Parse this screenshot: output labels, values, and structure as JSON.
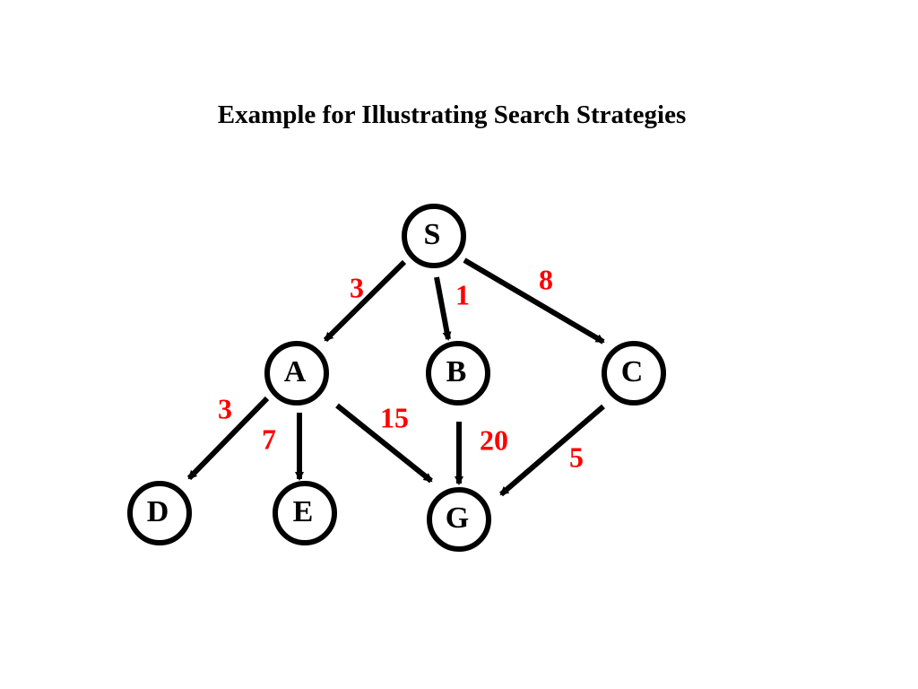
{
  "title": "Example for Illustrating Search Strategies",
  "colors": {
    "node_stroke": "#000000",
    "node_fill": "#ffffff",
    "edge": "#000000",
    "weight": "#ff0000",
    "text": "#000000"
  },
  "nodes": [
    {
      "id": "S",
      "label": "S"
    },
    {
      "id": "A",
      "label": "A"
    },
    {
      "id": "B",
      "label": "B"
    },
    {
      "id": "C",
      "label": "C"
    },
    {
      "id": "D",
      "label": "D"
    },
    {
      "id": "E",
      "label": "E"
    },
    {
      "id": "G",
      "label": "G"
    }
  ],
  "edges": [
    {
      "from": "S",
      "to": "A",
      "weight": "3"
    },
    {
      "from": "S",
      "to": "B",
      "weight": "1"
    },
    {
      "from": "S",
      "to": "C",
      "weight": "8"
    },
    {
      "from": "A",
      "to": "D",
      "weight": "3"
    },
    {
      "from": "A",
      "to": "E",
      "weight": "7"
    },
    {
      "from": "A",
      "to": "G",
      "weight": "15"
    },
    {
      "from": "B",
      "to": "G",
      "weight": "20"
    },
    {
      "from": "C",
      "to": "G",
      "weight": "5"
    }
  ]
}
